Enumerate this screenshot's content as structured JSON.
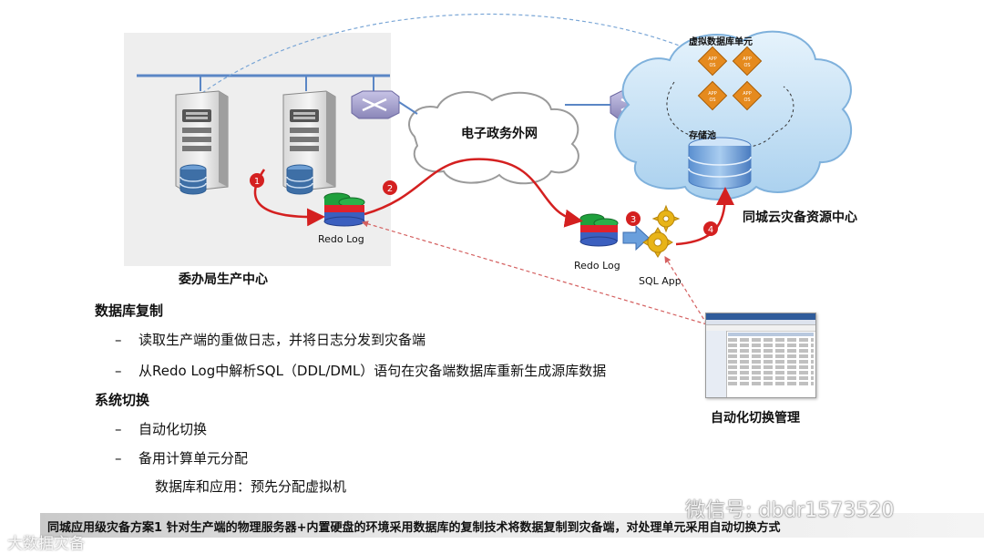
{
  "labels": {
    "cloud_network": "电子政务外网",
    "virtual_db_unit": "虚拟数据库单元",
    "storage_pool": "存储池",
    "dr_center": "同城云灾备资源中心",
    "prod_center": "委办局生产中心",
    "redo_log_left": "Redo  Log",
    "redo_log_right": "Redo Log",
    "sql_app": "SQL App",
    "auto_switch_mgmt": "自动化切换管理"
  },
  "steps": [
    "1",
    "2",
    "3",
    "4"
  ],
  "vm_badges": {
    "top": "APP",
    "bottom": "OS"
  },
  "sections": [
    {
      "title": "数据库复制",
      "bullets": [
        "读取生产端的重做日志，并将日志分发到灾备端",
        "从Redo Log中解析SQL（DDL/DML）语句在灾备端数据库重新生成源库数据"
      ]
    },
    {
      "title": "系统切换",
      "bullets": [
        "自动化切换",
        "备用计算单元分配"
      ],
      "sub_note": "数据库和应用：预先分配虚拟机"
    }
  ],
  "bullet_dash": "–",
  "caption": "同城应用级灾备方案1  针对生产端的物理服务器+内置硬盘的环境采用数据库的复制技术将数据复制到灾备端，对处理单元采用自动切换方式",
  "watermarks": {
    "wechat": "微信号: dbdr1573520",
    "logo": "大数据灾备"
  },
  "colors": {
    "flow_arrow": "#d42020",
    "step_badge": "#d42020",
    "cloud_fill": "#b9daf2",
    "network_line": "#5a86c5",
    "db_blue": "#3e6fa6",
    "redo_green": "#1fa03c",
    "redo_red": "#e0212b",
    "redo_blue": "#3b5fbf",
    "vm_orange": "#e58a1e",
    "gear_yellow": "#e8b418"
  }
}
